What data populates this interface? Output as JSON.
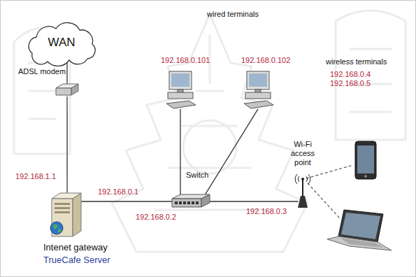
{
  "diagram": {
    "nodes": [
      {
        "text": [
          "WAN"
        ]
      },
      {
        "text": [
          "ADSL modem"
        ]
      },
      {
        "text": [
          "Intenet gateway",
          "TrueCafe Server"
        ]
      },
      {
        "text": [
          "192.168.0.101"
        ]
      },
      {
        "text": [
          "192.168.0.102"
        ]
      },
      {
        "text": [
          "Switch"
        ]
      },
      {
        "text": [
          "Wi-Fi access point"
        ]
      }
    ],
    "edges": [
      {
        "from": 0,
        "to": 1,
        "arrow": "none"
      },
      {
        "from": 1,
        "to": 2,
        "arrow": "none"
      },
      {
        "from": 2,
        "to": 5,
        "arrow": "none"
      },
      {
        "from": 5,
        "to": 3,
        "arrow": "none"
      },
      {
        "from": 5,
        "to": 4,
        "arrow": "none"
      },
      {
        "from": 5,
        "to": 6,
        "arrow": "none"
      }
    ],
    "labels": [
      "192.168.1.1",
      "192.168.0.1",
      "192.168.0.2",
      "192.168.0.3",
      "wired terminals",
      "wireless terminals",
      "192.168.0.4",
      "192.168.0.5"
    ]
  }
}
